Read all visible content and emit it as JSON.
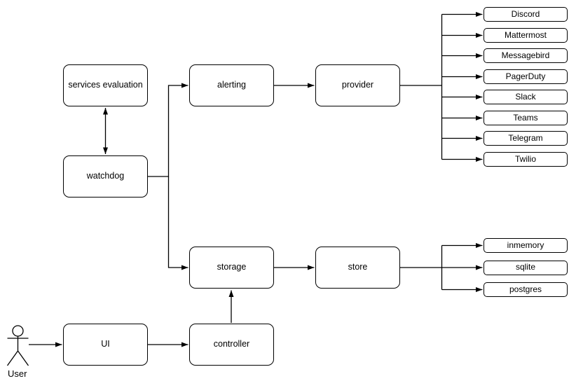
{
  "diagram": {
    "colors": {
      "background": "#ffffff",
      "stroke": "#000000",
      "node_fill": "#ffffff",
      "text": "#000000"
    },
    "nodes": {
      "services_evaluation": "services evaluation",
      "watchdog": "watchdog",
      "alerting": "alerting",
      "provider": "provider",
      "storage": "storage",
      "store": "store",
      "ui": "UI",
      "controller": "controller"
    },
    "provider_targets": [
      "Discord",
      "Mattermost",
      "Messagebird",
      "PagerDuty",
      "Slack",
      "Teams",
      "Telegram",
      "Twilio"
    ],
    "store_targets": [
      "inmemory",
      "sqlite",
      "postgres"
    ],
    "actor_label": "User"
  }
}
